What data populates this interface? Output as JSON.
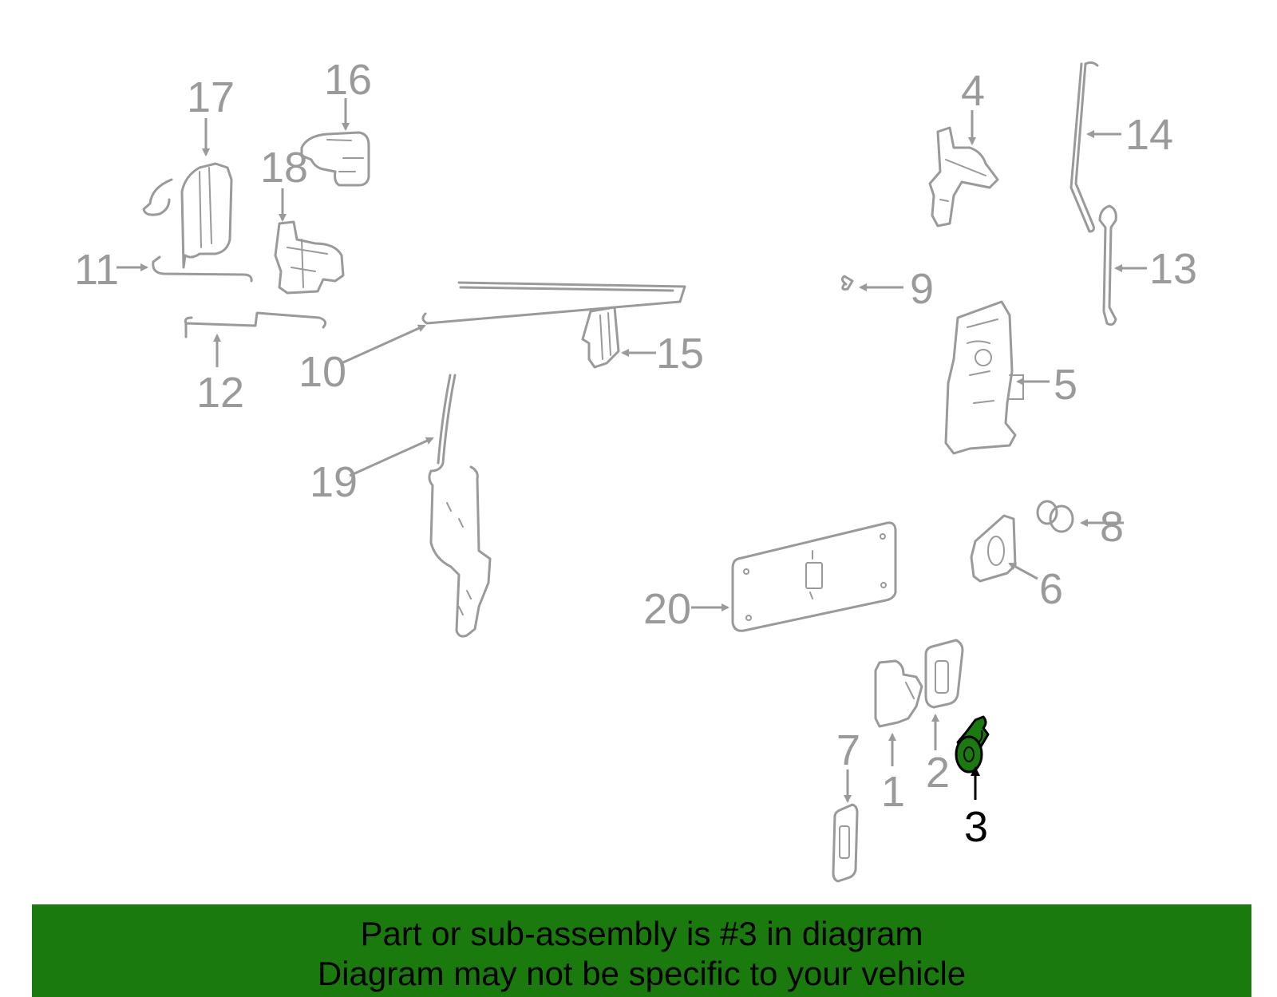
{
  "diagram": {
    "highlight_color": "#1a7a0e",
    "callouts": [
      "1",
      "2",
      "3",
      "4",
      "5",
      "6",
      "7",
      "8",
      "9",
      "10",
      "11",
      "12",
      "13",
      "14",
      "15",
      "16",
      "17",
      "18",
      "19",
      "20"
    ],
    "highlighted_part": "3"
  },
  "banner": {
    "line1": "Part or sub-assembly is #3 in diagram",
    "line2": "Diagram may not be specific to your vehicle",
    "background": "#1a7a0e"
  }
}
